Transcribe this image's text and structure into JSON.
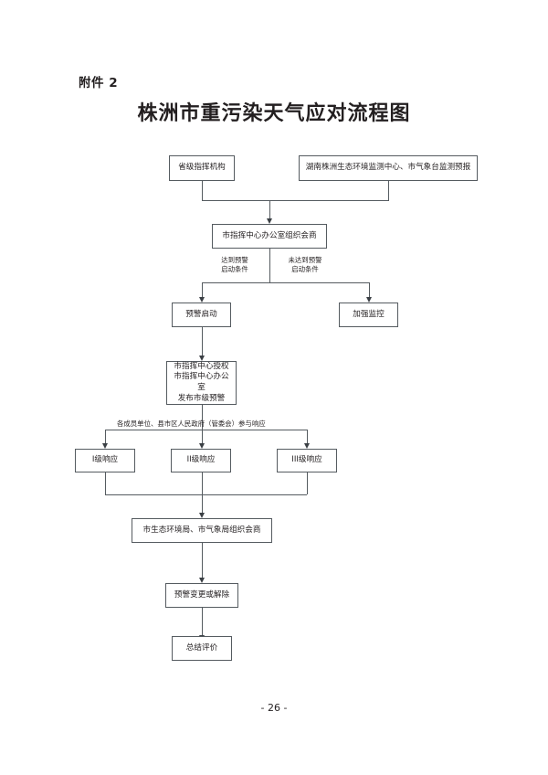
{
  "document": {
    "attachment_label": "附件 2",
    "title": "株洲市重污染天气应对流程图",
    "page_footer": "- 26 -"
  },
  "chart_data": {
    "type": "flowchart",
    "title": "株洲市重污染天气应对流程图",
    "orientation": "top-to-bottom",
    "nodes": [
      {
        "id": "provincial-command",
        "label": "省级指挥机构"
      },
      {
        "id": "monitoring-forecast",
        "label": "湖南株洲生态环境监测中心、市气象台监测预报"
      },
      {
        "id": "city-office-consult",
        "label": "市指挥中心办公室组织会商"
      },
      {
        "id": "warning-activation",
        "label": "预警启动"
      },
      {
        "id": "enhanced-monitoring",
        "label": "加强监控"
      },
      {
        "id": "authorize-release-warning",
        "label": "市指挥中心授权\n市指挥中心办公室\n发布市级预警"
      },
      {
        "id": "response-level-1",
        "label": "I级响应"
      },
      {
        "id": "response-level-2",
        "label": "II级响应"
      },
      {
        "id": "response-level-3",
        "label": "III级响应"
      },
      {
        "id": "eco-bureau-consult",
        "label": "市生态环境局、市气象局组织会商"
      },
      {
        "id": "warning-change-or-lift",
        "label": "预警变更或解除"
      },
      {
        "id": "summary-evaluation",
        "label": "总结评价"
      }
    ],
    "edge_labels": [
      {
        "id": "condition-met",
        "label": "达到预警\n启动条件",
        "from": "city-office-consult",
        "to": "warning-activation"
      },
      {
        "id": "condition-not-met",
        "label": "未达到预警\n启动条件",
        "from": "city-office-consult",
        "to": "enhanced-monitoring"
      },
      {
        "id": "members-participate",
        "label": "各成员单位、县市区人民政府（管委会）参与响应",
        "from": "authorize-release-warning",
        "to": "response-levels"
      }
    ],
    "colors": {
      "node_border": "#555b60",
      "node_fill": "#ffffff",
      "line": "#555b60",
      "text": "#231f20"
    }
  }
}
